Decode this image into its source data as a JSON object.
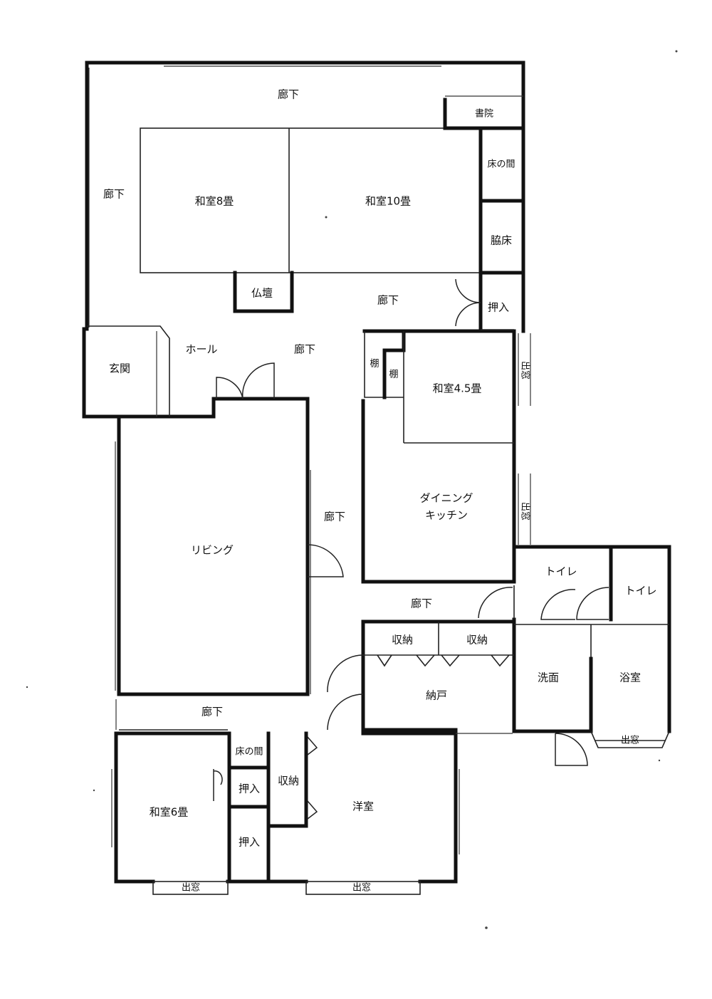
{
  "floor_plan": {
    "rooms": {
      "corridor_top": "廊下",
      "shoin": "書院",
      "tokonoma_main": "床の間",
      "corridor_left": "廊下",
      "washitsu_8": "和室8畳",
      "washitsu_10": "和室10畳",
      "wakidoko": "脇床",
      "butsudan": "仏壇",
      "corridor_mid": "廊下",
      "oshiire_a": "押入",
      "genkan": "玄関",
      "hall": "ホール",
      "corridor_hall": "廊下",
      "tana_a": "棚",
      "tana_b": "棚",
      "washitsu_45": "和室4.5畳",
      "demado_a": "出窓",
      "living": "リビング",
      "corridor_living": "廊下",
      "dining_line1": "ダイニング",
      "dining_line2": "キッチン",
      "demado_b": "出窓",
      "toilet_a": "トイレ",
      "toilet_b": "トイレ",
      "corridor_toilet": "廊下",
      "shuno_a": "収納",
      "shuno_b": "収納",
      "nando": "納戸",
      "senmen": "洗面",
      "yokushitsu": "浴室",
      "corridor_bottom": "廊下",
      "demado_bath": "出窓",
      "tokonoma_lower": "床の間",
      "oshiire_b": "押入",
      "shuno_c": "収納",
      "yoshitsu": "洋室",
      "washitsu_6": "和室6畳",
      "oshiire_c": "押入",
      "demado_c": "出窓",
      "demado_d": "出窓"
    }
  }
}
